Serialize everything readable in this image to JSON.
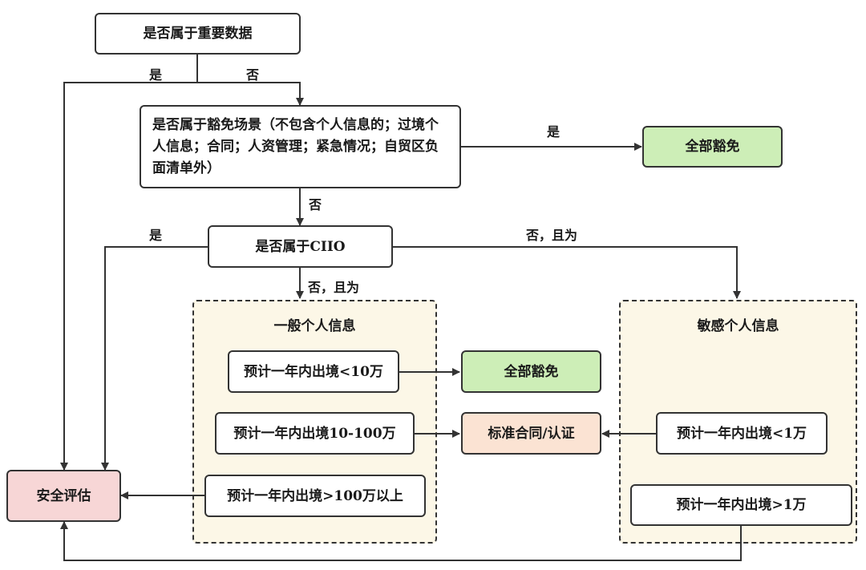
{
  "nodes": {
    "important_data": "是否属于重要数据",
    "exempt_scene": "是否属于豁免场景（不包含个人信息的；过境个人信息；合同；人资管理；紧急情况；自贸区负面清单外）",
    "exempt_all_1": "全部豁免",
    "ciio": "是否属于CIIO",
    "general_lt10w": "预计一年内出境<10万",
    "exempt_all_2": "全部豁免",
    "general_10_100w": "预计一年内出境10-100万",
    "standard_contract": "标准合同/认证",
    "sensitive_lt1w": "预计一年内出境<1万",
    "general_gt100w": "预计一年内出境>100万以上",
    "security_assessment": "安全评估",
    "sensitive_gt1w": "预计一年内出境>1万"
  },
  "groups": {
    "general": "一般个人信息",
    "sensitive": "敏感个人信息"
  },
  "edge_labels": {
    "yes_1": "是",
    "no_1": "否",
    "yes_2": "是",
    "no_2": "否",
    "yes_3": "是",
    "no_and_1": "否，且为",
    "no_and_2": "否，且为"
  }
}
